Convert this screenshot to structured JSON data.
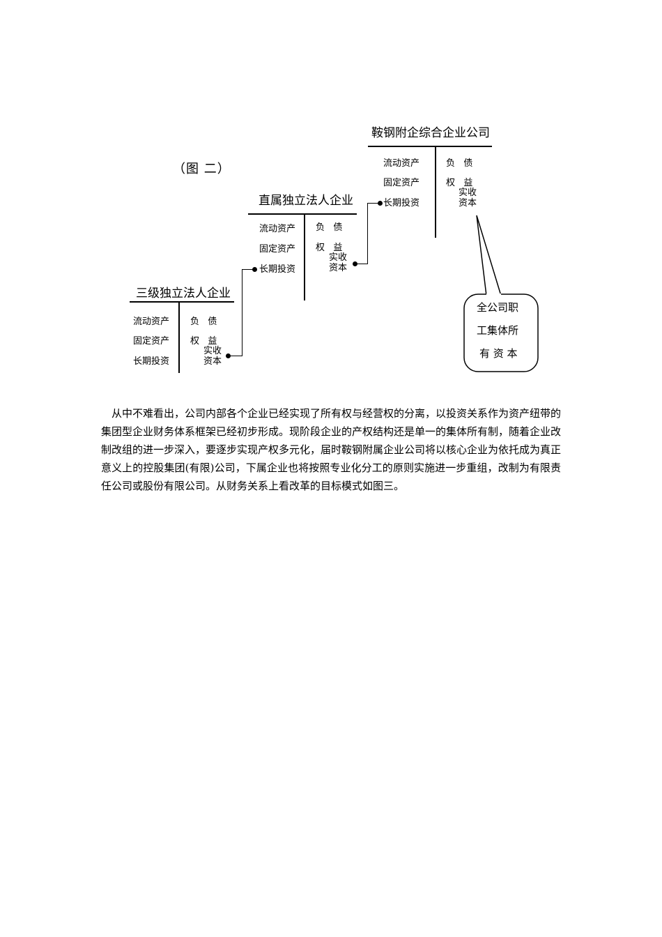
{
  "figure": {
    "caption": "（图  二）",
    "level3": {
      "title": "三级独立法人企业",
      "assets": [
        "流动资产",
        "固定资产",
        "长期投资"
      ],
      "liabilities": "负   债",
      "equity": "权   益",
      "paid_in_top": "实收",
      "paid_in_bottom": "资本"
    },
    "level2": {
      "title": "直属独立法人企业",
      "assets": [
        "流动资产",
        "固定资产",
        "长期投资"
      ],
      "liabilities": "负   债",
      "equity": "权   益",
      "paid_in_top": "实收",
      "paid_in_bottom": "资本"
    },
    "level1": {
      "title": "鞍钢附企综合企业公司",
      "assets": [
        "流动资产",
        "固定资产",
        "长期投资"
      ],
      "liabilities": "负   债",
      "equity": "权   益",
      "paid_in_top": "实收",
      "paid_in_bottom": "资本"
    },
    "callout": [
      "全公司职",
      "工集体所",
      "有 资 本"
    ]
  },
  "paragraph": "从中不难看出，公司内部各个企业已经实现了所有权与经营权的分离，以投资关系作为资产纽带的集团型企业财务体系框架已经初步形成。现阶段企业的产权结构还是单一的集体所有制，随着企业改制改组的进一步深入，要逐步实现产权多元化，届时鞍钢附属企业公司将以核心企业为依托成为真正意义上的控股集团(有限)公司，下属企业也将按照专业化分工的原则实施进一步重组，改制为有限责任公司或股份有限公司。从财务关系上看改革的目标模式如图三。"
}
